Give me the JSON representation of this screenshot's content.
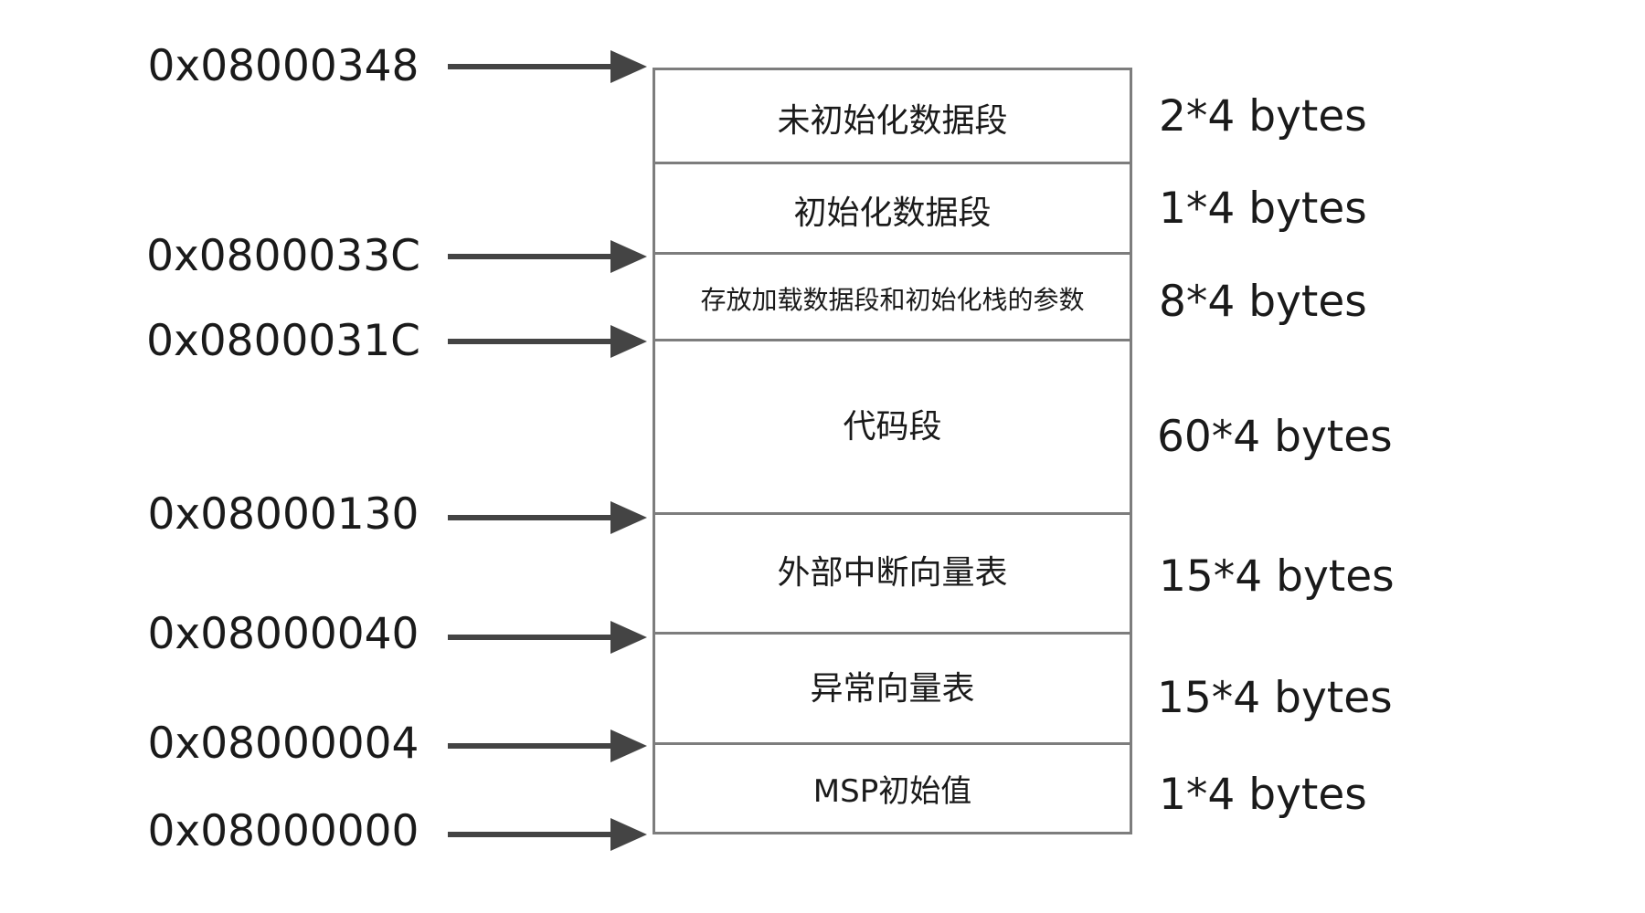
{
  "addresses": [
    "0x08000348",
    "0x0800033C",
    "0x0800031C",
    "0x08000130",
    "0x08000040",
    "0x08000004",
    "0x08000000"
  ],
  "segments": [
    "未初始化数据段",
    "初始化数据段",
    "存放加载数据段和初始化栈的参数",
    "代码段",
    "外部中断向量表",
    "异常向量表",
    "MSP初始值"
  ],
  "sizes": [
    "2*4 bytes",
    "1*4 bytes",
    "8*4 bytes",
    "60*4 bytes",
    "15*4 bytes",
    "15*4 bytes",
    "1*4 bytes"
  ],
  "colors": {
    "arrow": "#444444",
    "box_border": "#7d7d7d",
    "text": "#1a1a1a"
  }
}
